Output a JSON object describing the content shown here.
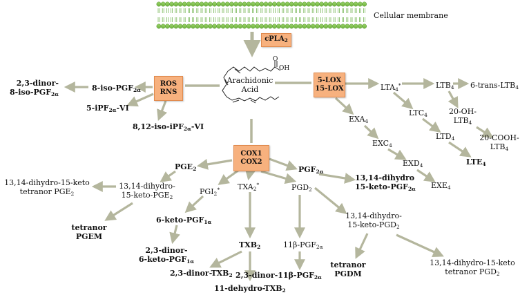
{
  "membrane_label": "Cellular membrane",
  "cpla2": {
    "main": "cPLA",
    "sub": "2"
  },
  "arachidonic": {
    "line1": "Arachidonic",
    "line2": "Acid",
    "oh": "OH",
    "o": "O"
  },
  "enzymes": {
    "ros": {
      "line1": "ROS",
      "line2": "RNS"
    },
    "lox": {
      "line1": "5-LOX",
      "line2": "15-LOX"
    },
    "cox": {
      "line1": "COX1",
      "line2": "COX2"
    }
  },
  "ros_products": {
    "iso_pgf2a": {
      "main": "8-iso-PGF",
      "sub": "2α"
    },
    "dinor_line1": "2,3-dinor-",
    "dinor_main": "8-iso-PGF",
    "dinor_sub": "2α",
    "ipf_main": "5-iPF",
    "ipf_sub": "2α",
    "ipf_tail": "-VI",
    "iso_ipf_main": "8,12-iso-iPF",
    "iso_ipf_sub": "2α",
    "iso_ipf_tail": "-VI"
  },
  "lox_products": {
    "lta4": {
      "main": "LTA",
      "sub": "4",
      "sup": "*"
    },
    "ltb4": {
      "main": "LTB",
      "sub": "4"
    },
    "trans_ltb4": {
      "main": "6-trans-LTB",
      "sub": "4"
    },
    "ltc4": {
      "main": "LTC",
      "sub": "4"
    },
    "oh_ltb4": {
      "line1": "20-OH-",
      "main": "LTB",
      "sub": "4"
    },
    "ltd4": {
      "main": "LTD",
      "sub": "4"
    },
    "cooh_ltb4": {
      "line1": "20-COOH-",
      "main": "LTB",
      "sub": "4"
    },
    "lte4": {
      "main": "LTE",
      "sub": "4"
    },
    "exa4": {
      "main": "EXA",
      "sub": "4"
    },
    "exc4": {
      "main": "EXC",
      "sub": "4"
    },
    "exd4": {
      "main": "EXD",
      "sub": "4"
    },
    "exe4": {
      "main": "EXE",
      "sub": "4"
    }
  },
  "cox_products": {
    "pge2": {
      "main": "PGE",
      "sub": "2"
    },
    "dihydro_pge2": {
      "line1": "13,14-dihydro-",
      "main": "15-keto-PGE",
      "sub": "2"
    },
    "tetranor_pge2": {
      "line1": "13,14-dihydro-15-keto",
      "main": "tetranor PGE",
      "sub": "2"
    },
    "pgem": {
      "line1": "tetranor",
      "line2": "PGEM"
    },
    "pgi2": {
      "main": "PGI",
      "sub": "2",
      "sup": "*"
    },
    "keto_pgf1a": {
      "main": "6-keto-PGF",
      "sub": "1α"
    },
    "dinor_keto": {
      "line1": "2,3-dinor-",
      "main": "6-keto-PGF",
      "sub": "1α"
    },
    "txa2": {
      "main": "TXA",
      "sub": "2",
      "sup": "*"
    },
    "txb2": {
      "main": "TXB",
      "sub": "2"
    },
    "dinor_txb2": {
      "main": "2,3-dinor-TXB",
      "sub": "2"
    },
    "dehydro_txb2": {
      "main": "11-dehydro-TXB",
      "sub": "2"
    },
    "pgd2": {
      "main": "PGD",
      "sub": "2"
    },
    "beta_pgf2a": {
      "main": "11β-PGF",
      "sub": "2α"
    },
    "dinor_beta": {
      "main": "2,3-dinor-11β-PGF",
      "sub": "2α"
    },
    "dihydro_pgd2": {
      "line1": "13,14-dihydro-",
      "main": "15-keto-PGD",
      "sub": "2"
    },
    "pgdm": {
      "line1": "tetranor",
      "line2": "PGDM"
    },
    "tetranor_pgd2": {
      "line1": "13,14-dihydro-15-keto",
      "main": "tetranor PGD",
      "sub": "2"
    },
    "pgf2a": {
      "main": "PGF",
      "sub": "2α"
    },
    "dihydro_pgf2a": {
      "line1": "13,14-dihydro",
      "main": "15-keto-PGF",
      "sub": "2α"
    }
  }
}
